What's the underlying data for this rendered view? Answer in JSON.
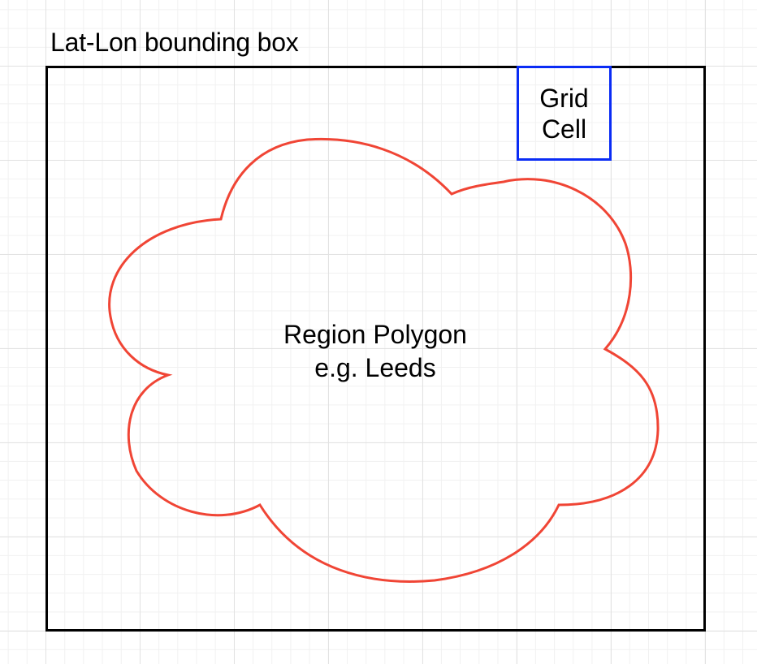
{
  "title": "Lat-Lon bounding box",
  "grid_cell": {
    "line1": "Grid",
    "line2": "Cell"
  },
  "region": {
    "line1": "Region Polygon",
    "line2": "e.g. Leeds"
  },
  "colors": {
    "bounding_box": "#000000",
    "grid_cell": "#0a2cf5",
    "region_polygon": "#f04535",
    "grid_lines": "#e2e2e2"
  }
}
